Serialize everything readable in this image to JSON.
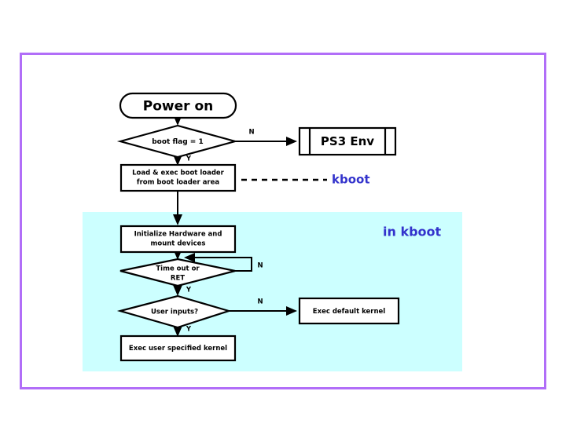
{
  "slide": {
    "background_color": "#ffffff",
    "border_color": "#b16ef8",
    "region_color": "#ccffff",
    "annotation_color": "#3333cc"
  },
  "nodes": {
    "power_on": "Power on",
    "boot_flag": "boot flag = 1",
    "ps3_env": "PS3 Env",
    "load_exec_line1": "Load & exec boot loader",
    "load_exec_line2": "from boot loader area",
    "init_hw_line1": "Initialize Hardware and",
    "init_hw_line2": "mount devices",
    "timeout_line1": "Time out or",
    "timeout_line2": "RET",
    "user_inputs": "User inputs?",
    "exec_default": "Exec default kernel",
    "exec_user": "Exec user specified kernel"
  },
  "branch_labels": {
    "boot_flag_no": "N",
    "boot_flag_yes": "Y",
    "timeout_no": "N",
    "timeout_yes": "Y",
    "user_inputs_no": "N",
    "user_inputs_yes": "Y"
  },
  "annotations": {
    "kboot": "kboot",
    "in_kboot": "in kboot"
  }
}
